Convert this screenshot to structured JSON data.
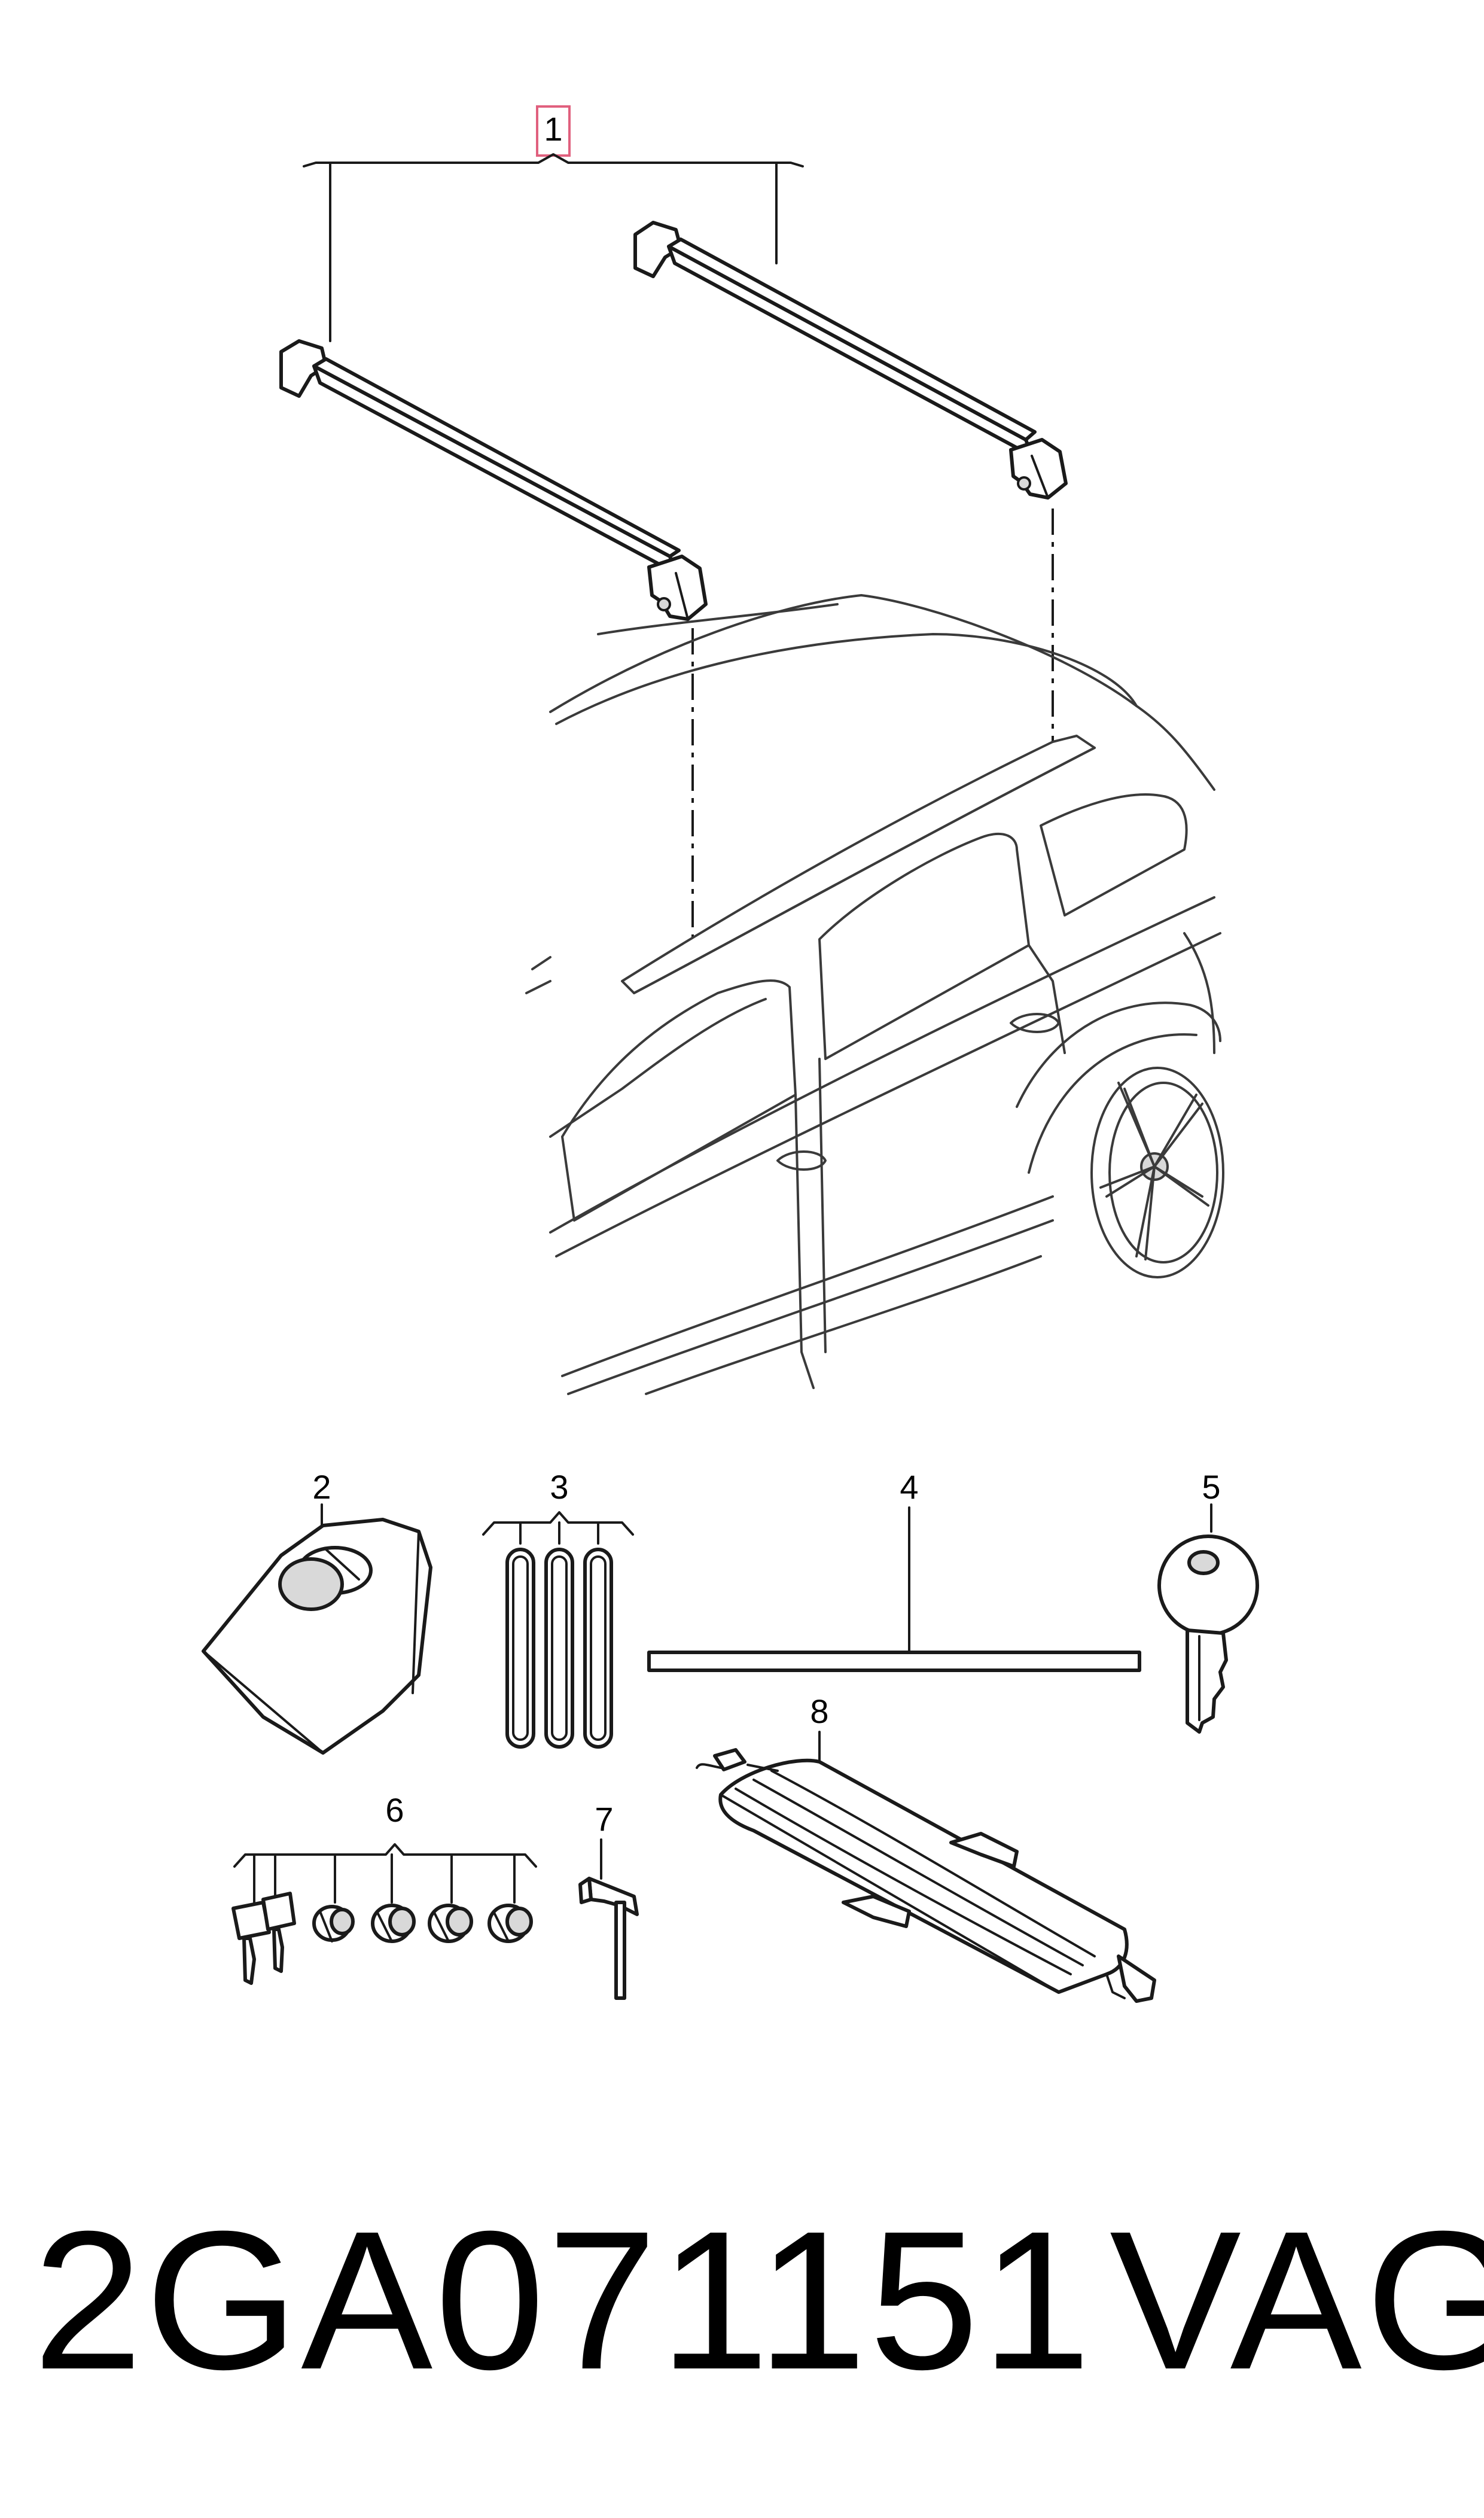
{
  "callouts": {
    "c1": "1",
    "c2": "2",
    "c3": "3",
    "c4": "4",
    "c5": "5",
    "c6": "6",
    "c7": "7",
    "c8": "8"
  },
  "footer": {
    "part_number": "2GA071151",
    "brand": "VAG"
  },
  "colors": {
    "line": "#1a1a1a",
    "highlight_box": "#e0607e",
    "background": "#ffffff"
  }
}
